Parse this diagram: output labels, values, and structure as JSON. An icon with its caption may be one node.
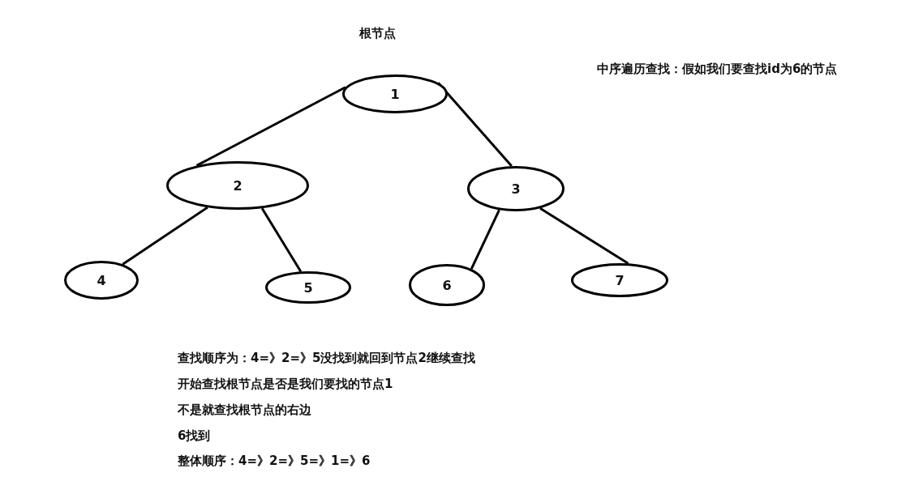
{
  "diagram": {
    "nodes": [
      {
        "text": [
          "1"
        ],
        "beside": [
          "根节点"
        ]
      },
      {
        "text": [
          "2"
        ]
      },
      {
        "text": [
          "3"
        ]
      },
      {
        "text": [
          "4"
        ]
      },
      {
        "text": [
          "5"
        ]
      },
      {
        "text": [
          "6"
        ]
      },
      {
        "text": [
          "7"
        ]
      }
    ],
    "edges": [
      {
        "from": 0,
        "to": 1,
        "arrow": "none"
      },
      {
        "from": 0,
        "to": 2,
        "arrow": "none"
      },
      {
        "from": 1,
        "to": 3,
        "arrow": "none"
      },
      {
        "from": 1,
        "to": 4,
        "arrow": "none"
      },
      {
        "from": 2,
        "to": 5,
        "arrow": "none"
      },
      {
        "from": 2,
        "to": 6,
        "arrow": "none"
      }
    ],
    "labels": [
      "中序遍历查找：假如我们要查找id为6的节点",
      "查找顺序为：4=》2=》5没找到就回到节点2继续查找",
      "开始查找根节点是否是我们要找的节点1",
      "不是就查找根节点的右边",
      "6找到",
      "整体顺序：4=》2=》5=》1=》6"
    ]
  }
}
